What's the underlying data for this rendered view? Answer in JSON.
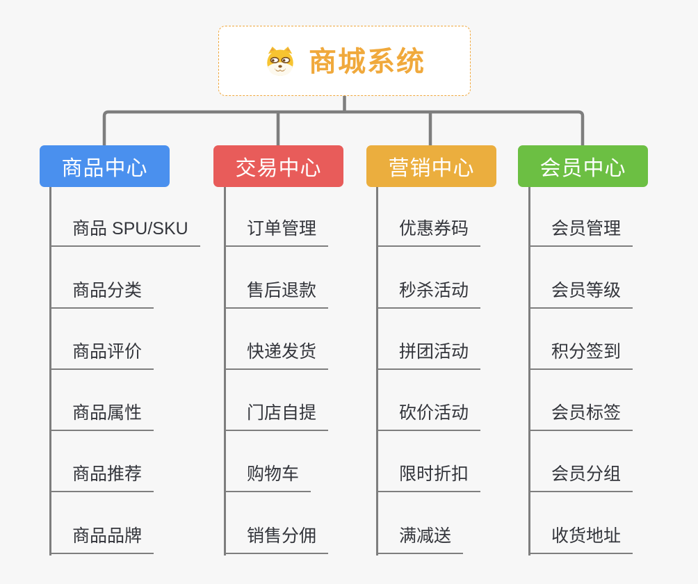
{
  "root": {
    "title": "商城系统",
    "icon": "dog-face-icon",
    "accent_color": "#f0a93c",
    "border_style": "dashed"
  },
  "canvas": {
    "background_color": "#f7f7f7",
    "connector_color": "#7e7e7e"
  },
  "branches": [
    {
      "label": "商品中心",
      "color": "#4a90ee",
      "items": [
        "商品 SPU/SKU",
        "商品分类",
        "商品评价",
        "商品属性",
        "商品推荐",
        "商品品牌"
      ]
    },
    {
      "label": "交易中心",
      "color": "#e85c5a",
      "items": [
        "订单管理",
        "售后退款",
        "快递发货",
        "门店自提",
        "购物车",
        "销售分佣"
      ]
    },
    {
      "label": "营销中心",
      "color": "#ebae3e",
      "items": [
        "优惠券码",
        "秒杀活动",
        "拼团活动",
        "砍价活动",
        "限时折扣",
        "满减送"
      ]
    },
    {
      "label": "会员中心",
      "color": "#6cbf43",
      "items": [
        "会员管理",
        "会员等级",
        "积分签到",
        "会员标签",
        "会员分组",
        "收货地址"
      ]
    }
  ]
}
